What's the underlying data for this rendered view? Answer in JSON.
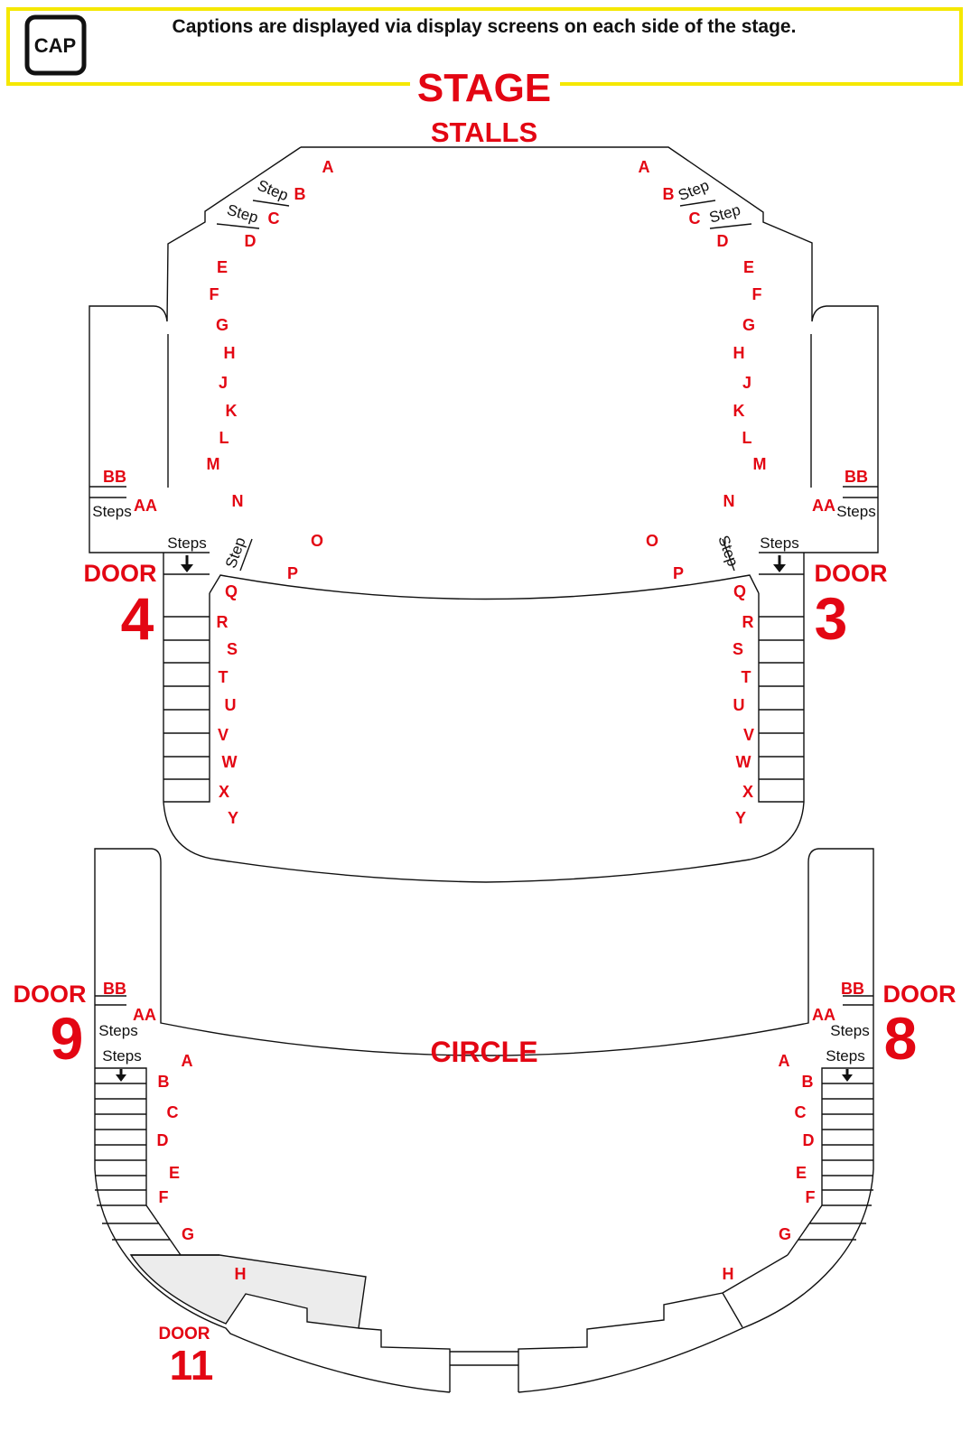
{
  "colors": {
    "accent": "#e30613",
    "banner_border": "#f5e800",
    "wheelchair_area": "#ececec"
  },
  "banner": {
    "icon_label": "CAP",
    "icon": "captions-icon",
    "text": "Captions are displayed via display screens on each side of the stage."
  },
  "stage": "STAGE",
  "stalls": {
    "title": "STALLS",
    "rows_left": [
      "A",
      "B",
      "C",
      "D",
      "E",
      "F",
      "G",
      "H",
      "J",
      "K",
      "L",
      "M",
      "N",
      "O",
      "P",
      "Q",
      "R",
      "S",
      "T",
      "U",
      "V",
      "W",
      "X",
      "Y"
    ],
    "rows_right": [
      "A",
      "B",
      "C",
      "D",
      "E",
      "F",
      "G",
      "H",
      "J",
      "K",
      "L",
      "M",
      "N",
      "O",
      "P",
      "Q",
      "R",
      "S",
      "T",
      "U",
      "V",
      "W",
      "X",
      "Y"
    ],
    "box_rows": [
      "BB",
      "AA"
    ],
    "steps": "Steps",
    "step": "Step",
    "door_left": {
      "word": "DOOR",
      "number": "4"
    },
    "door_right": {
      "word": "DOOR",
      "number": "3"
    }
  },
  "circle": {
    "title": "CIRCLE",
    "rows_left": [
      "A",
      "B",
      "C",
      "D",
      "E",
      "F",
      "G",
      "H"
    ],
    "rows_right": [
      "A",
      "B",
      "C",
      "D",
      "E",
      "F",
      "G",
      "H"
    ],
    "box_rows": [
      "BB",
      "AA"
    ],
    "steps": "Steps",
    "door_left": {
      "word": "DOOR",
      "number": "9"
    },
    "door_right": {
      "word": "DOOR",
      "number": "8"
    },
    "door_rear": {
      "word": "DOOR",
      "number": "11"
    }
  }
}
